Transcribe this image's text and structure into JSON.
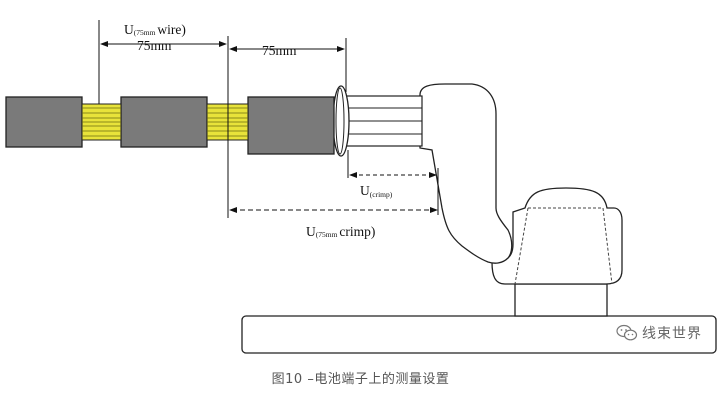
{
  "figure": {
    "labels": {
      "u75_wire_main": "U",
      "u75_wire_sub": "(75mm",
      "u75_wire_tail": "wire)",
      "len_left": "75mm",
      "len_right": "75mm",
      "u_crimp_main": "U",
      "u_crimp_sub": "(crimp)",
      "u75_crimp_main": "U",
      "u75_crimp_sub": "(75mm",
      "u75_crimp_tail": "crimp)"
    },
    "colors": {
      "insulation": "#7a7a7a",
      "conductor": "#e8e33a",
      "conductor_lines": "#6b6a10",
      "outline": "#222222"
    }
  },
  "caption": "图10 –电池端子上的测量设置",
  "watermark": {
    "text": "线束世界",
    "icon": "wechat-icon"
  }
}
